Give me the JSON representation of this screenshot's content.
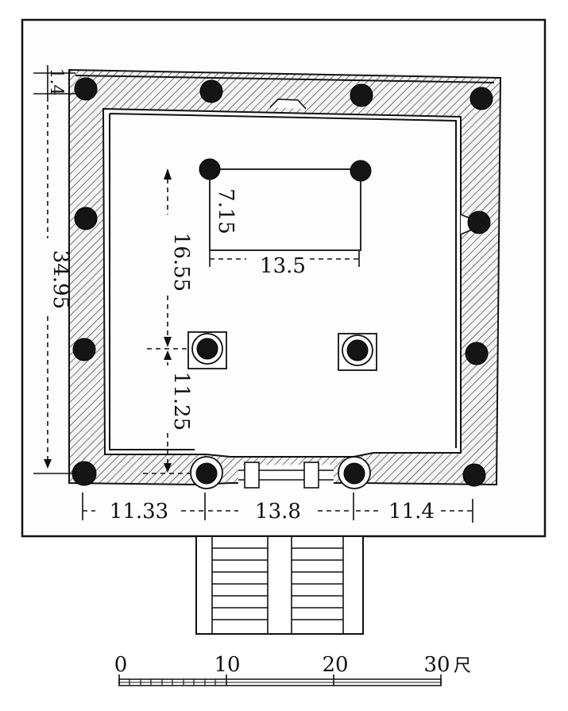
{
  "dimensions": {
    "wall_thickness": "1.4",
    "total_depth": "34.95",
    "front_to_inner_cols": "16.55",
    "inner_cols_to_back": "11.25",
    "rect_depth": "7.15",
    "rect_width": "13.5",
    "bay_left": "11.33",
    "bay_center": "13.8",
    "bay_right": "11.4"
  },
  "scale_bar": {
    "ticks": [
      "0",
      "10",
      "20",
      "30"
    ],
    "unit": "尺"
  }
}
